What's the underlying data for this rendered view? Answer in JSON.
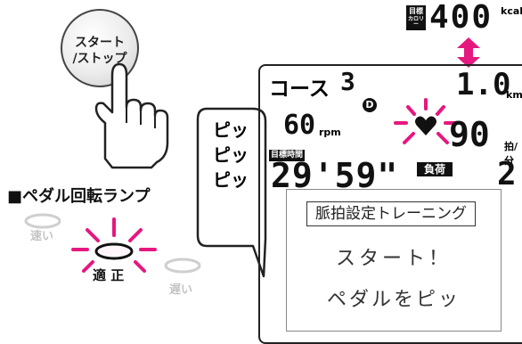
{
  "button": {
    "line1": "スタート",
    "line2": "/ストップ"
  },
  "beep": {
    "lines": [
      "ピッ",
      "ピッ",
      "ピッ"
    ]
  },
  "lamp": {
    "title": "■ペダル回転ランプ",
    "fast": "速い",
    "proper": "適 正",
    "slow": "遅い",
    "active_color": "#e5187f"
  },
  "target_calorie": {
    "badge_line1": "目標",
    "badge_line2": "カロリー",
    "value": "400",
    "unit": "kcal"
  },
  "display": {
    "course_label": "コース",
    "course_number": "3",
    "d_badge": "D",
    "distance": "1.0",
    "distance_unit": "km",
    "rpm_value": "60",
    "rpm_unit": "rpm",
    "heart_rate": "90",
    "heart_unit": "拍/分",
    "target_time_badge": "目標時間",
    "time": "29'59\"",
    "load_badge": "負荷",
    "load_value": "2",
    "message_box": "脈拍設定トレーニング",
    "message_line1": "スタート！",
    "message_line2": "ペダルをピッ"
  }
}
